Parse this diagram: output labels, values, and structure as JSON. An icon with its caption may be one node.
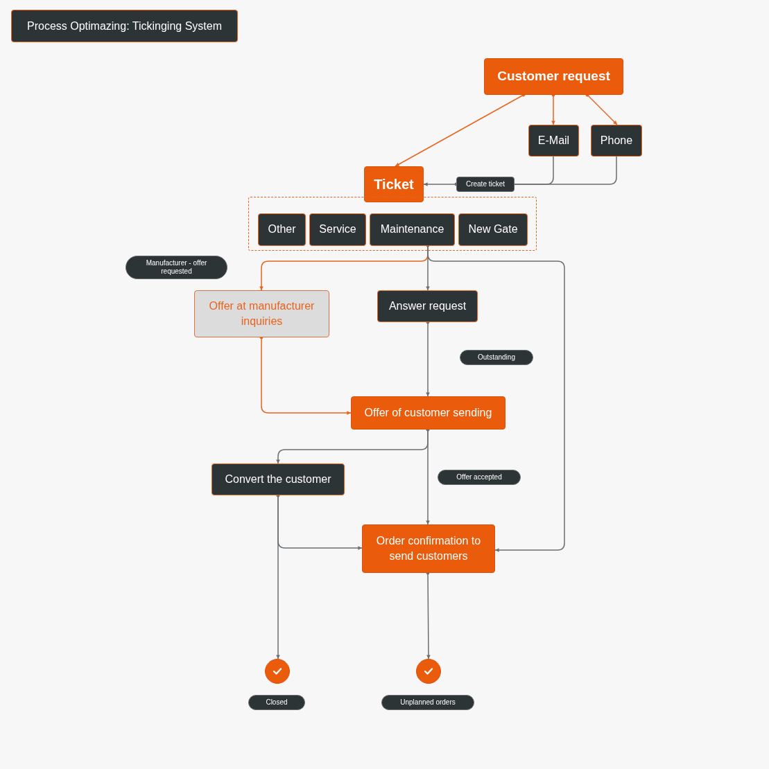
{
  "diagram": {
    "title": "Process Optimazing: Tickinging System",
    "nodes": [
      {
        "text": [
          "Customer request"
        ]
      },
      {
        "text": [
          "E-Mail"
        ]
      },
      {
        "text": [
          "Phone"
        ]
      },
      {
        "text": [
          "Ticket"
        ]
      },
      {
        "text": [],
        "shape": "box"
      },
      {
        "text": [
          "Other"
        ],
        "in": 4
      },
      {
        "text": [
          "Service"
        ],
        "in": 4
      },
      {
        "text": [
          "Maintenance"
        ],
        "in": 4
      },
      {
        "text": [
          "New Gate"
        ],
        "in": 4
      },
      {
        "text": [
          "Offer at manufacturer inquiries"
        ]
      },
      {
        "text": [
          "Answer request"
        ]
      },
      {
        "text": [
          "Offer of customer sending"
        ]
      },
      {
        "text": [
          "Convert the customer"
        ]
      },
      {
        "text": [
          "Order confirmation to send customers"
        ]
      },
      {
        "text": [],
        "shape": "circle"
      },
      {
        "text": [],
        "shape": "circle"
      },
      {
        "text": [
          "Create ticket"
        ]
      },
      {
        "text": [
          "Manufacturer - offer requested"
        ]
      },
      {
        "text": [
          "Outstanding"
        ]
      },
      {
        "text": [
          "Offer accepted"
        ]
      },
      {
        "text": [
          "Closed"
        ]
      },
      {
        "text": [
          "Unplanned orders"
        ]
      }
    ],
    "edges": [
      {
        "from": 0,
        "to": 3,
        "arrow": "to",
        "color": "#e8641e"
      },
      {
        "from": 0,
        "to": 1,
        "arrow": "to",
        "color": "#e8641e"
      },
      {
        "from": 0,
        "to": 2,
        "arrow": "to",
        "color": "#e8641e"
      },
      {
        "from": 1,
        "to": 16,
        "arrow": "none"
      },
      {
        "from": 2,
        "to": 16,
        "arrow": "none"
      },
      {
        "from": 7,
        "to": 9,
        "arrow": "to",
        "color": "#e8641e"
      },
      {
        "from": 7,
        "to": 10,
        "arrow": "to"
      },
      {
        "from": 7,
        "to": 13,
        "arrow": "to"
      },
      {
        "from": 9,
        "to": 11,
        "arrow": "to",
        "color": "#e8641e"
      },
      {
        "from": 10,
        "to": 11,
        "arrow": "to"
      },
      {
        "from": 11,
        "to": 12,
        "arrow": "to"
      },
      {
        "from": 11,
        "to": 13,
        "arrow": "to"
      },
      {
        "from": 12,
        "to": 13,
        "arrow": "to"
      },
      {
        "from": 12,
        "to": 14,
        "arrow": "to"
      },
      {
        "from": 13,
        "to": 15,
        "arrow": "to"
      },
      {
        "from": 16,
        "to": 3,
        "arrow": "to"
      }
    ]
  }
}
